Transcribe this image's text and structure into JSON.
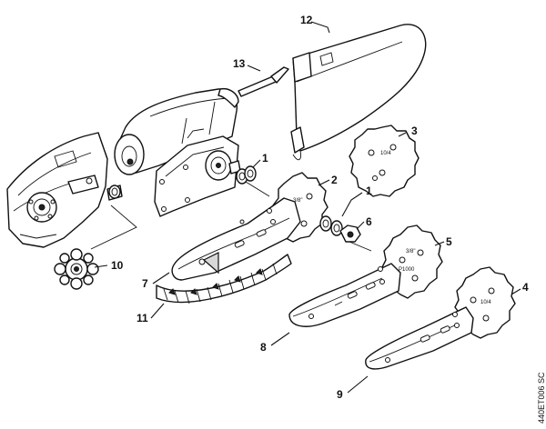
{
  "callouts": {
    "c1a": "1",
    "c1b": "1",
    "c2": "2",
    "c3": "3",
    "c4": "4",
    "c5": "5",
    "c6": "6",
    "c7": "7",
    "c8": "8",
    "c9": "9",
    "c10": "10",
    "c11": "11",
    "c12": "12",
    "c13": "13"
  },
  "sprocket_markings": {
    "s2": "3/8\"",
    "s3": "10/4",
    "s5a": "3/8\"",
    "s5b": "P1000",
    "s4": "10/4"
  },
  "drawing_code": "440ET006 SC"
}
